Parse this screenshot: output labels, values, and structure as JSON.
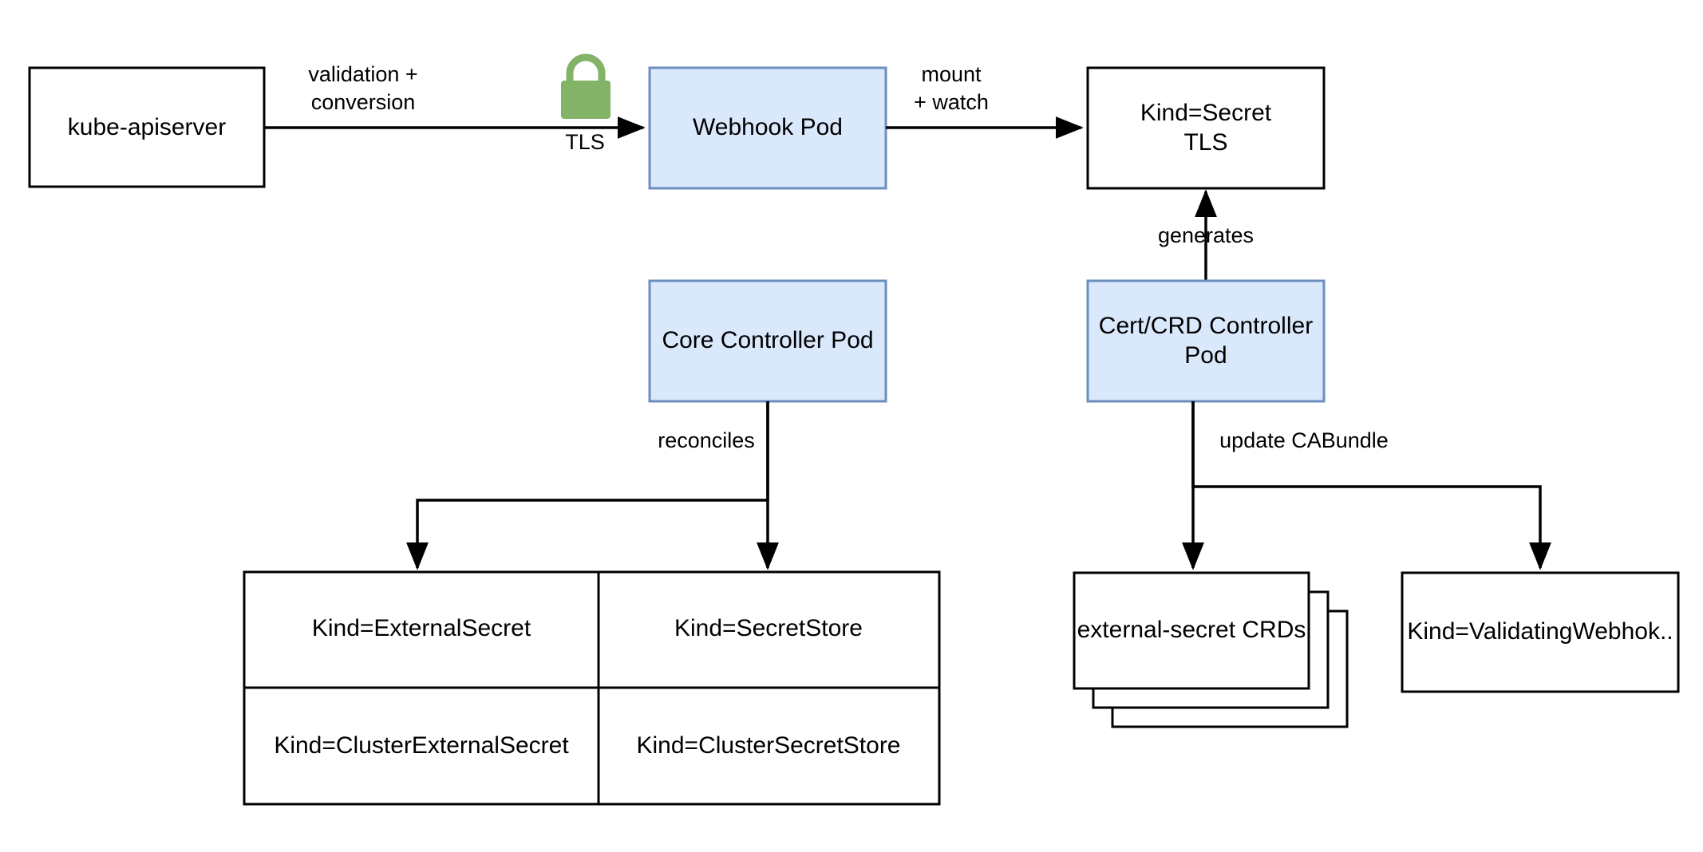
{
  "diagram": {
    "title": "external-secrets operator architecture",
    "colors": {
      "box_fill_plain": "#ffffff",
      "box_fill_blue": "#dae8fc",
      "box_stroke_plain": "#000000",
      "box_stroke_blue": "#6c8ebf",
      "line": "#000000",
      "lock_green": "#82b366",
      "background": "#ffffff"
    },
    "nodes": {
      "kube_apiserver": {
        "label": "kube-apiserver"
      },
      "webhook_pod": {
        "label": "Webhook Pod"
      },
      "secret_tls": {
        "label_line1": "Kind=Secret",
        "label_line2": "TLS"
      },
      "core_controller_pod": {
        "label": "Core Controller Pod"
      },
      "cert_crd_controller_pod": {
        "label_line1": "Cert/CRD Controller",
        "label_line2": "Pod"
      },
      "external_secret_crds": {
        "label": "external-secret CRDs",
        "stack_count": 3
      },
      "validating_webhook": {
        "label": "Kind=ValidatingWebhok.."
      }
    },
    "edge_labels": {
      "validation_conversion_line1": "validation +",
      "validation_conversion_line2": "conversion",
      "tls": "TLS",
      "mount_line1": "mount",
      "mount_line2": "+ watch",
      "generates": "generates",
      "reconciles": "reconciles",
      "update_cabundle": "update CABundle"
    },
    "icons": {
      "lock": "lock-icon"
    },
    "resource_table": {
      "rows": [
        [
          "Kind=ExternalSecret",
          "Kind=SecretStore"
        ],
        [
          "Kind=ClusterExternalSecret",
          "Kind=ClusterSecretStore"
        ]
      ]
    }
  }
}
